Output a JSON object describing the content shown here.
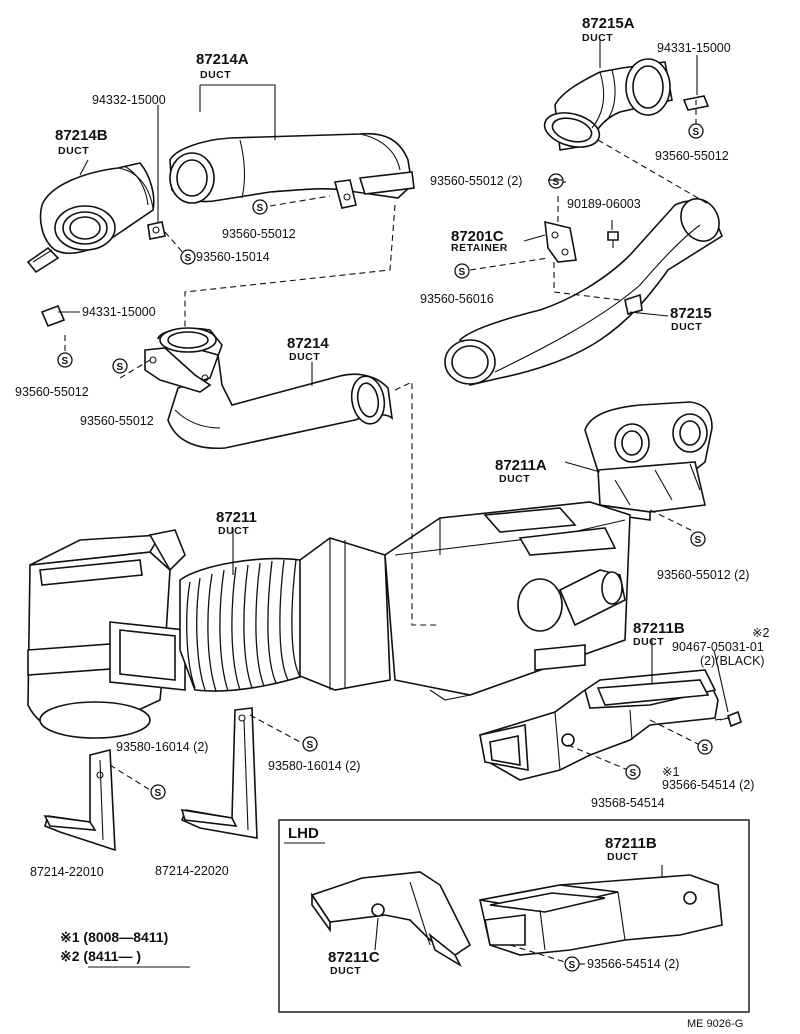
{
  "labels": {
    "p87214A": "87214A",
    "p87214A_sub": "DUCT",
    "p94332": "94332-15000",
    "p87214B": "87214B",
    "p87214B_sub": "DUCT",
    "p93560_55012_a": "93560-55012",
    "p93560_15014": "93560-15014",
    "p87215A": "87215A",
    "p87215A_sub": "DUCT",
    "p94331_a": "94331-15000",
    "p93560_55012_b": "93560-55012",
    "p93560_55012_2a": "93560-55012 (2)",
    "p90189": "90189-06003",
    "p87201C": "87201C",
    "p87201C_sub": "RETAINER",
    "p93560_56016": "93560-56016",
    "p87215": "87215",
    "p87215_sub": "DUCT",
    "p94331_b": "94331-15000",
    "p87214": "87214",
    "p87214_sub": "DUCT",
    "p93560_55012_c": "93560-55012",
    "p93560_55012_d": "93560-55012",
    "p87211A": "87211A",
    "p87211A_sub": "DUCT",
    "p87211": "87211",
    "p87211_sub": "DUCT",
    "p93560_55012_2b": "93560-55012 (2)",
    "p87211B": "87211B",
    "p87211B_sub": "DUCT",
    "p_note2_mark": "※2",
    "p90467": "90467-05031-01",
    "p90467_qty": "(2)(BLACK)",
    "p93580_a": "93580-16014 (2)",
    "p93580_b": "93580-16014 (2)",
    "p_note1_mark": "※1",
    "p93566_a": "93566-54514 (2)",
    "p93568": "93568-54514",
    "p87214_22010": "87214-22010",
    "p87214_22020": "87214-22020",
    "lhd_title": "LHD",
    "lhd_87211B": "87211B",
    "lhd_87211B_sub": "DUCT",
    "lhd_87211C": "87211C",
    "lhd_87211C_sub": "DUCT",
    "lhd_93566": "93566-54514 (2)",
    "legend1": "※1 (8008—8411)",
    "legend2": "※2 (8411—       )",
    "footer": "ME  9026-G",
    "screw_mark": "S"
  }
}
